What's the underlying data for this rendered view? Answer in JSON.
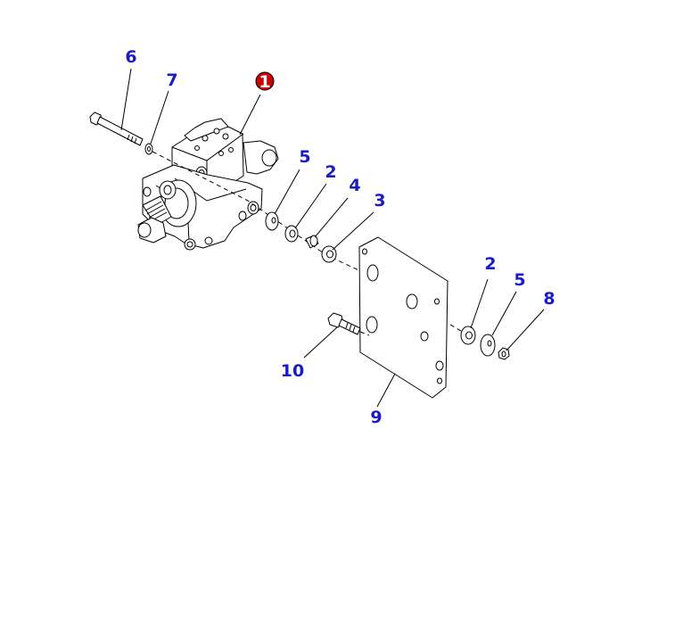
{
  "diagram": {
    "accent_color": "#1a1acc",
    "badge_color": "#cc0000",
    "badge_text_color": "#ffffff",
    "main_part_badge": "1",
    "callouts": {
      "c6": "6",
      "c7": "7",
      "c5a": "5",
      "c2a": "2",
      "c4": "4",
      "c3": "3",
      "c2b": "2",
      "c5b": "5",
      "c8": "8",
      "c10": "10",
      "c9": "9"
    }
  }
}
